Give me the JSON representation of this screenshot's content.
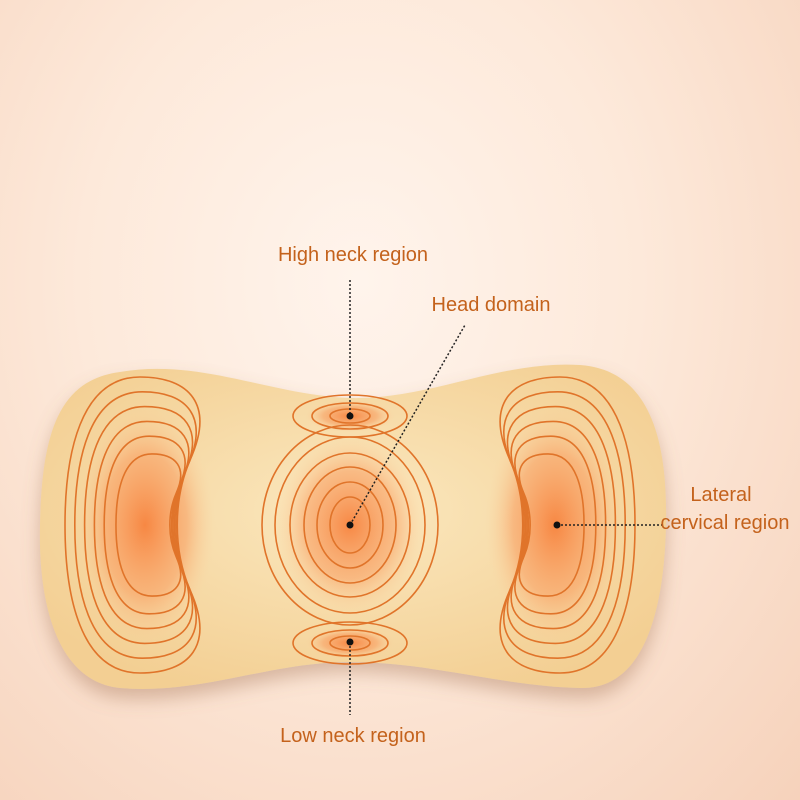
{
  "labels": {
    "high_neck": "High neck region",
    "head": "Head domain",
    "lateral_line1": "Lateral",
    "lateral_line2": "cervical region",
    "low_neck": "Low neck region"
  },
  "colors": {
    "label": "#c4621c",
    "contour": "#e0742a",
    "pillow": "#f8dca6",
    "hot": "#f7833e"
  }
}
